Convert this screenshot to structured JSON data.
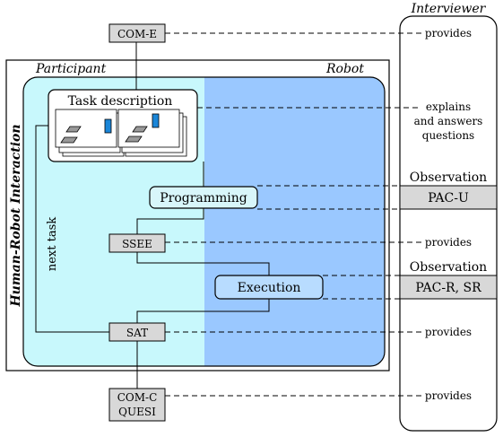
{
  "interviewer_label": "Interviewer",
  "participant_label": "Participant",
  "robot_label": "Robot",
  "hri_label": "Human-Robot Interaction",
  "next_task_label": "next task",
  "task_description_label": "Task description",
  "programming_label": "Programming",
  "execution_label": "Execution",
  "boxes": {
    "com_e": "COM-E",
    "ssee": "SSEE",
    "sat": "SAT",
    "com_c_line1": "COM-C",
    "com_c_line2": "QUESI"
  },
  "interviewer_items": {
    "provides_1": "provides",
    "explains_1": "explains",
    "explains_2": "and answers",
    "explains_3": "questions",
    "observation_1": "Observation",
    "pac_u": "PAC-U",
    "provides_2": "provides",
    "observation_2": "Observation",
    "pac_r_sr": "PAC-R, SR",
    "provides_3": "provides",
    "provides_4": "provides"
  },
  "colors": {
    "participant_region": "#c8f8fc",
    "robot_region": "#9ac8ff",
    "box_gray": "#d8d8d8",
    "pill_light": "#d8f6fa",
    "execution_fill": "#b8dcff"
  }
}
